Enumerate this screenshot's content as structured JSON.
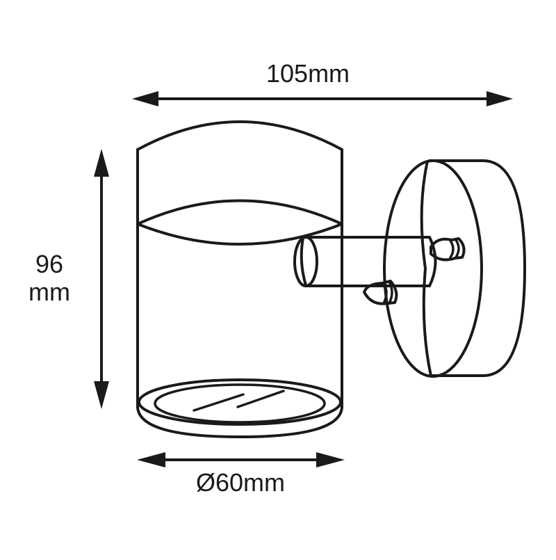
{
  "diagram": {
    "title": "Wall light dimension drawing",
    "dimensions": {
      "width": {
        "label": "105mm",
        "value": 105,
        "unit": "mm"
      },
      "height": {
        "value_label": "96",
        "unit_label": "mm",
        "value": 96,
        "unit": "mm"
      },
      "diameter": {
        "label": "Ø60mm",
        "value": 60,
        "unit": "mm"
      }
    },
    "components": [
      "cylindrical-lamp-body",
      "top-cap",
      "bottom-glass-lens",
      "connecting-arm",
      "wall-mount-plate",
      "mounting-screws"
    ],
    "colors": {
      "line": "#1a1a1a",
      "background": "#ffffff"
    }
  }
}
